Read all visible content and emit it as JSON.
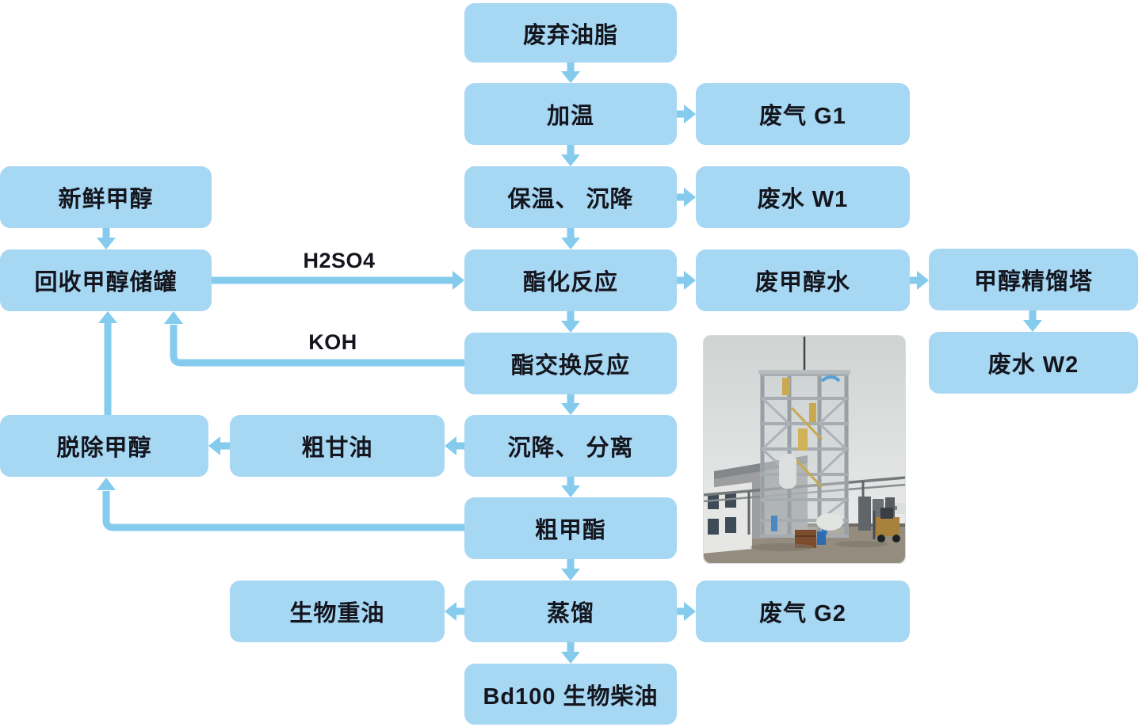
{
  "palette": {
    "box_fill": "#a6d7f3",
    "arrow_fill": "#84cbee",
    "text_color": "#14151d",
    "background": "#ffffff"
  },
  "diagram": {
    "nodes": {
      "waste_oil": "废弃油脂",
      "heating": "加温",
      "settling1": "保温、 沉降",
      "esterification": "酯化反应",
      "transesterification": "酯交换反应",
      "settling2": "沉降、 分离",
      "crude_methyl_ester": "粗甲酯",
      "distillation": "蒸馏",
      "bd100": "Bd100 生物柴油",
      "waste_gas_g1": "废气 G1",
      "waste_water_w1": "废水 W1",
      "waste_methanol_water": "废甲醇水",
      "methanol_tower": "甲醇精馏塔",
      "waste_water_w2": "废水 W2",
      "waste_gas_g2": "废气 G2",
      "fresh_methanol": "新鲜甲醇",
      "recovered_methanol_tank": "回收甲醇储罐",
      "methanol_removal": "脱除甲醇",
      "crude_glycerol": "粗甘油",
      "bio_heavy_oil": "生物重油"
    },
    "edge_labels": {
      "h2so4": "H2SO4",
      "koh": "KOH"
    },
    "edges": [
      {
        "from": "废弃油脂",
        "to": "加温"
      },
      {
        "from": "加温",
        "to": "废气 G1"
      },
      {
        "from": "加温",
        "to": "保温、 沉降"
      },
      {
        "from": "保温、 沉降",
        "to": "废水 W1"
      },
      {
        "from": "保温、 沉降",
        "to": "酯化反应"
      },
      {
        "from": "回收甲醇储罐",
        "to": "酯化反应",
        "label": "H2SO4"
      },
      {
        "from": "酯化反应",
        "to": "废甲醇水"
      },
      {
        "from": "废甲醇水",
        "to": "甲醇精馏塔"
      },
      {
        "from": "甲醇精馏塔",
        "to": "废水 W2"
      },
      {
        "from": "酯化反应",
        "to": "酯交换反应"
      },
      {
        "from": "酯交换反应",
        "to": "回收甲醇储罐",
        "label": "KOH"
      },
      {
        "from": "酯交换反应",
        "to": "沉降、 分离"
      },
      {
        "from": "沉降、 分离",
        "to": "粗甘油"
      },
      {
        "from": "粗甘油",
        "to": "脱除甲醇"
      },
      {
        "from": "脱除甲醇",
        "to": "回收甲醇储罐"
      },
      {
        "from": "新鲜甲醇",
        "to": "回收甲醇储罐"
      },
      {
        "from": "沉降、 分离",
        "to": "粗甲酯"
      },
      {
        "from": "粗甲酯",
        "to": "脱除甲醇"
      },
      {
        "from": "粗甲酯",
        "to": "蒸馏"
      },
      {
        "from": "蒸馏",
        "to": "生物重油"
      },
      {
        "from": "蒸馏",
        "to": "废气 G2"
      },
      {
        "from": "蒸馏",
        "to": "Bd100 生物柴油"
      }
    ]
  }
}
